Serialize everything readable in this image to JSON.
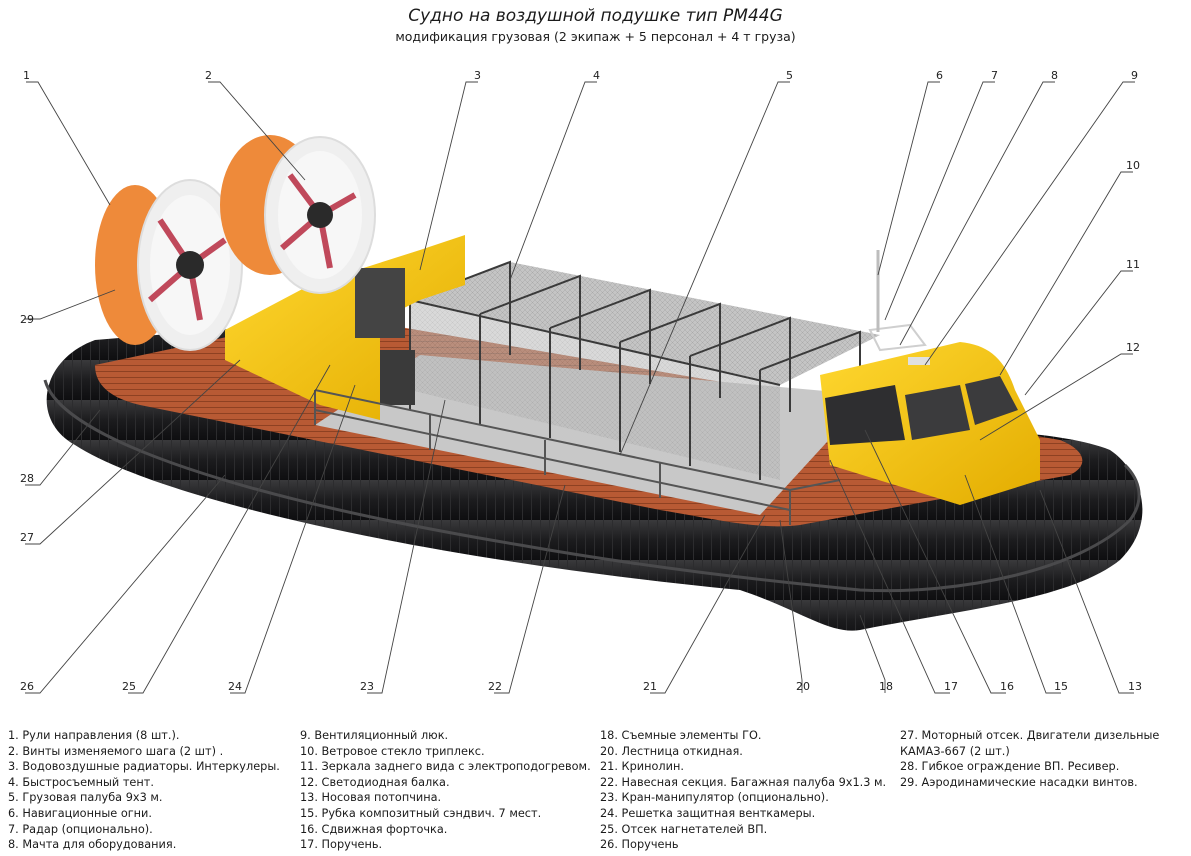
{
  "title": "Судно на воздушной подушке тип PM44G",
  "subtitle": "модификация грузовая (2 экипаж + 5 персонал + 4 т груза)",
  "callouts": [
    "1",
    "2",
    "3",
    "4",
    "5",
    "6",
    "7",
    "8",
    "9",
    "10",
    "11",
    "12",
    "29",
    "28",
    "27",
    "26",
    "25",
    "24",
    "23",
    "22",
    "21",
    "20",
    "18",
    "17",
    "16",
    "15",
    "13"
  ],
  "legend": {
    "col1": [
      "1. Рули направления (8 шт.).",
      "2. Винты изменяемого шага (2 шт) .",
      "3. Водовоздушные радиаторы. Интеркулеры.",
      "4. Быстросъемный тент.",
      "5. Грузовая палуба 9x3 м.",
      "6. Навигационные огни.",
      "7. Радар (опционально).",
      "8. Мачта для оборудования."
    ],
    "col2": [
      "9. Вентиляционный люк.",
      "10. Ветровое стекло триплекс.",
      "11. Зеркала заднего вида с электроподогревом.",
      "12. Светодиодная балка.",
      "13. Носовая потопчина.",
      "15. Рубка композитный сэндвич. 7 мест.",
      "16. Сдвижная форточка.",
      "17. Поручень."
    ],
    "col3": [
      "18. Съемные элементы ГО.",
      "20. Лестница откидная.",
      "21.  Кринолин.",
      "22. Навесная секция. Багажная палуба 9x1.3 м.",
      "23. Кран-манипулятор (опционально).",
      "24. Решетка защитная венткамеры.",
      "25. Отсек нагнетателей ВП.",
      "26. Поручень"
    ],
    "col4": [
      "27. Моторный отсек. Двигатели дизельные",
      "КАМАЗ-667 (2 шт.)",
      "28. Гибкое ограждение ВП. Ресивер.",
      "29. Аэродинамические насадки винтов."
    ]
  },
  "colors": {
    "skirt": "#1c1c1e",
    "deck": "#b85a34",
    "cabin_yellow": "#f3c400",
    "duct_orange": "#ee8a3a",
    "tent": "#a9a9a9"
  }
}
